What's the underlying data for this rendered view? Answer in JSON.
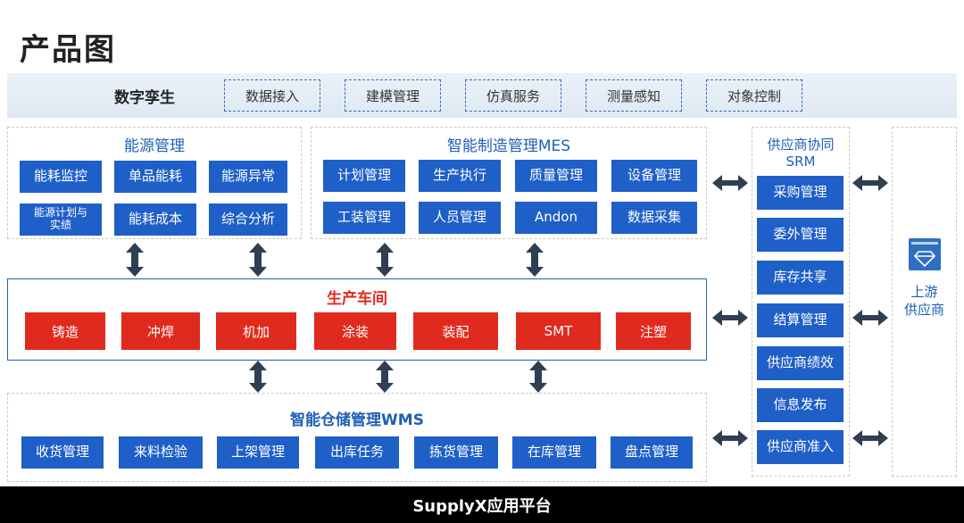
{
  "page_title": "产品图",
  "digital_twin": {
    "label": "数字孪生",
    "items": [
      "数据接入",
      "建模管理",
      "仿真服务",
      "测量感知",
      "对象控制"
    ]
  },
  "energy": {
    "title": "能源管理",
    "items": [
      "能耗监控",
      "单品能耗",
      "能源异常",
      "能源计划与\n实绩",
      "能耗成本",
      "综合分析"
    ]
  },
  "mes": {
    "title": "智能制造管理MES",
    "items": [
      "计划管理",
      "生产执行",
      "质量管理",
      "设备管理",
      "工装管理",
      "人员管理",
      "Andon",
      "数据采集"
    ]
  },
  "workshop": {
    "title": "生产车间",
    "items": [
      "铸造",
      "冲焊",
      "机加",
      "涂装",
      "装配",
      "SMT",
      "注塑"
    ]
  },
  "wms": {
    "title": "智能仓储管理WMS",
    "items": [
      "收货管理",
      "来料检验",
      "上架管理",
      "出库任务",
      "拣货管理",
      "在库管理",
      "盘点管理"
    ]
  },
  "srm": {
    "title_line1": "供应商协同",
    "title_line2": "SRM",
    "items": [
      "采购管理",
      "委外管理",
      "库存共享",
      "结算管理",
      "供应商绩效",
      "信息发布",
      "供应商准入"
    ]
  },
  "upstream": {
    "line1": "上游",
    "line2": "供应商",
    "icon": "supplier-diamond-icon"
  },
  "footer": "SupplyX应用平台",
  "colors": {
    "blue": "#1f5fc8",
    "red": "#e02a1e",
    "arrow": "#2f3f52",
    "title_blue": "#1f5fb5"
  }
}
